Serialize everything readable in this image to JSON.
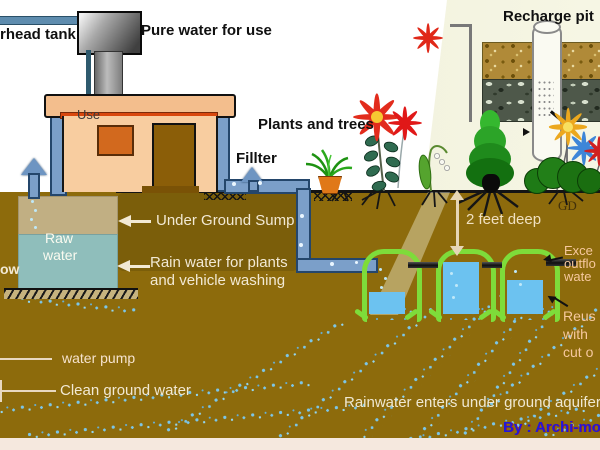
{
  "colors": {
    "ground_brown": "#8D6B0C",
    "panel_cream": "#F1F1DC",
    "container_green": "#7EDC3A",
    "water_blue": "#6CC2F0",
    "sump_water_teal": "#8FBEBB",
    "sump_soil_tan": "#C1AF83",
    "pipe_blue": "#7B9FC9",
    "house_wall_peach": "#F8CDA0",
    "roof_line_red": "#D9480E",
    "label_white": "#F2E9D4",
    "label_peach": "#F6C89E",
    "byline_blue": "#2218D8",
    "bottom_strip_pink": "#F5E8DE"
  },
  "tank": {
    "overhead_fragment": "rhead tank",
    "pure_water": "Pure water for use"
  },
  "house": {
    "use": "Use"
  },
  "filter": {
    "label": "Fillter"
  },
  "plants": {
    "label": "Plants and trees"
  },
  "recharge": {
    "label": "Recharge pit",
    "gd": "GD"
  },
  "sump": {
    "title": "Under Ground Sump",
    "raw": [
      "Raw",
      "water"
    ],
    "rain": [
      "Rain water for plants",
      "and vehicle washing"
    ],
    "overflow": "ow"
  },
  "ug": {
    "two_feet": "2 feet deep",
    "pump": "water pump",
    "clean": "Clean ground water",
    "aquifers": "Rainwater enters under ground aquifers"
  },
  "edge": {
    "excess": [
      "Exce",
      "outflo",
      "wate"
    ],
    "reuse": [
      "Reus",
      "with",
      "cut o"
    ]
  },
  "byline": {
    "text": "By : Archi-mo"
  }
}
